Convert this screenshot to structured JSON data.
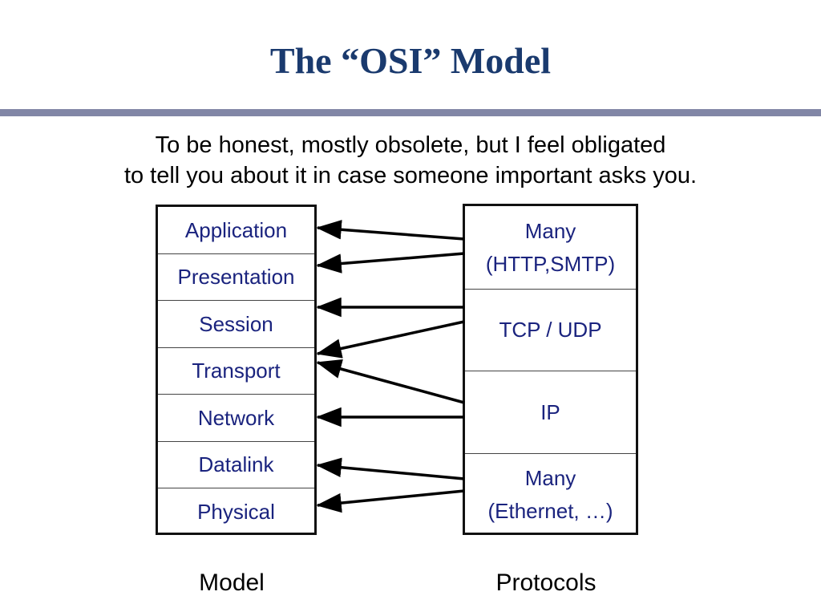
{
  "title": "The “OSI” Model",
  "subtitle": {
    "line1": "To be honest, mostly obsolete, but I feel obligated",
    "line2": "to tell you about it in case someone important asks you."
  },
  "model_layers": [
    "Application",
    "Presentation",
    "Session",
    "Transport",
    "Network",
    "Datalink",
    "Physical"
  ],
  "protocols": [
    {
      "line1": "Many",
      "line2": "(HTTP,SMTP)"
    },
    {
      "line1": "TCP / UDP",
      "line2": ""
    },
    {
      "line1": "IP",
      "line2": ""
    },
    {
      "line1": "Many",
      "line2": "(Ethernet, …)"
    }
  ],
  "captions": {
    "model": "Model",
    "protocols": "Protocols"
  },
  "colors": {
    "title": "#1a3a6e",
    "cell_text": "#1a237e",
    "rule": "#8186a6"
  }
}
